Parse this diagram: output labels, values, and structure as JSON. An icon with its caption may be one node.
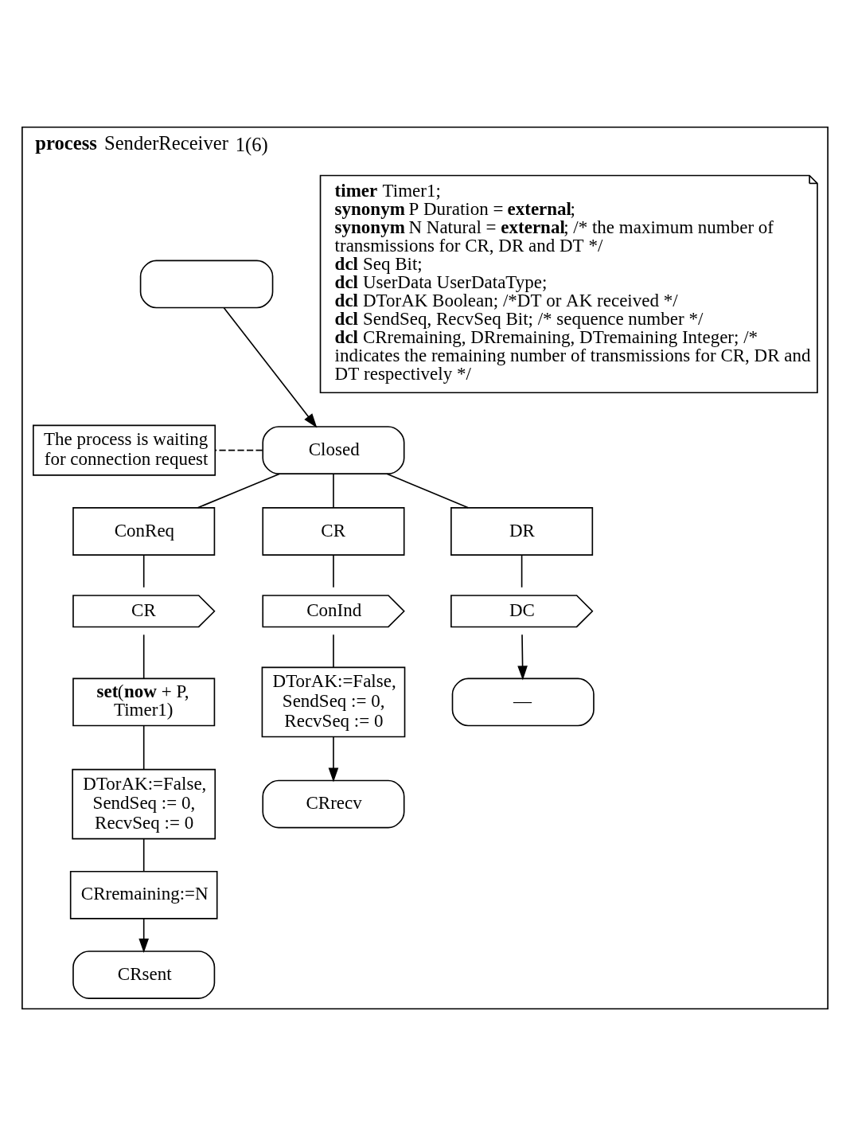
{
  "diagram": {
    "nodes": [
      {
        "text": [
          "**process** SenderReceiver",
          "1(6)"
        ]
      },
      {
        "text": [
          "**timer** Timer1;",
          "**synonym** P Duration = **external**;",
          "**synonym** N Natural = **external**; /* the maximum number of transmissions for CR, DR and DT */",
          "**dcl** Seq Bit;",
          "**dcl** UserData UserDataType;",
          "**dcl** DTorAK Boolean; /*DT or AK received */",
          "**dcl** SendSeq, RecvSeq Bit; /* sequence number */",
          "**dcl** CRremaining, DRremaining, DTremaining Integer; /* indicates the remaining number of transmissions for CR, DR and DT respectively */"
        ],
        "in": 0
      },
      {
        "text": [],
        "shape": "box",
        "in": 0
      },
      {
        "text": [
          "Closed"
        ],
        "in": 0
      },
      {
        "text": [
          "The process is waiting for connection request"
        ],
        "in": 0
      },
      {
        "text": [
          "ConReq"
        ],
        "in": 0
      },
      {
        "text": [
          "CR"
        ],
        "in": 0
      },
      {
        "text": [
          "DR"
        ],
        "in": 0
      },
      {
        "text": [
          "CR"
        ],
        "in": 0
      },
      {
        "text": [
          "ConInd"
        ],
        "in": 0
      },
      {
        "text": [
          "DC"
        ],
        "in": 0
      },
      {
        "text": [
          "**set**(**now** + P, Timer1)"
        ],
        "in": 0
      },
      {
        "text": [
          "DTorAK:=False, SendSeq := 0, RecvSeq := 0"
        ],
        "in": 0
      },
      {
        "text": [
          "—"
        ],
        "in": 0
      },
      {
        "text": [
          "DTorAK:=False, SendSeq := 0, RecvSeq := 0"
        ],
        "in": 0
      },
      {
        "text": [
          "CRrecv"
        ],
        "in": 0
      },
      {
        "text": [
          "CRremaining:=N"
        ],
        "in": 0
      },
      {
        "text": [
          "CRsent"
        ],
        "in": 0
      }
    ],
    "edges": [
      {
        "from": 2,
        "to": 3,
        "arrow": "to"
      },
      {
        "from": 3,
        "to": 4,
        "arrow": "none",
        "style": "dashed"
      },
      {
        "from": 3,
        "to": 5,
        "arrow": "none"
      },
      {
        "from": 3,
        "to": 6,
        "arrow": "none"
      },
      {
        "from": 3,
        "to": 7,
        "arrow": "none"
      },
      {
        "from": 5,
        "to": 8,
        "arrow": "none"
      },
      {
        "from": 6,
        "to": 9,
        "arrow": "none"
      },
      {
        "from": 7,
        "to": 10,
        "arrow": "none"
      },
      {
        "from": 8,
        "to": 11,
        "arrow": "none"
      },
      {
        "from": 9,
        "to": 14,
        "arrow": "none"
      },
      {
        "from": 10,
        "to": 13,
        "arrow": "to"
      },
      {
        "from": 11,
        "to": 12,
        "arrow": "none"
      },
      {
        "from": 14,
        "to": 15,
        "arrow": "to"
      },
      {
        "from": 12,
        "to": 16,
        "arrow": "none"
      },
      {
        "from": 16,
        "to": 17,
        "arrow": "to"
      }
    ]
  }
}
